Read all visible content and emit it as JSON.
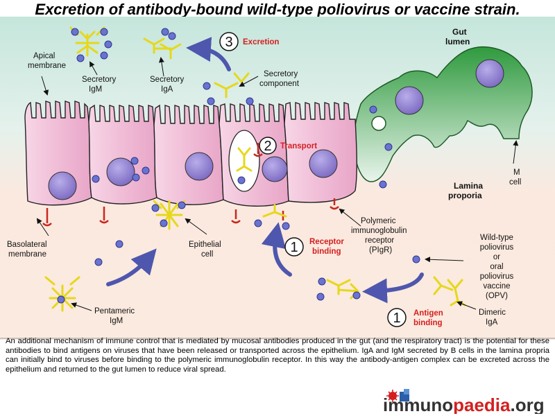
{
  "title": "Excretion of antibody-bound wild-type poliovirus or vaccine strain.",
  "steps": [
    {
      "number": "1",
      "label": "Antigen",
      "label2": "binding"
    },
    {
      "number": "1",
      "label": "Receptor",
      "label2": "binding"
    },
    {
      "number": "2",
      "label": "Transport"
    },
    {
      "number": "3",
      "label": "Excretion"
    }
  ],
  "labels": {
    "apical_membrane": [
      "Apical",
      "membrane"
    ],
    "secretory_igm": [
      "Secretory",
      "IgM"
    ],
    "secretory_iga": [
      "Secretory",
      "IgA"
    ],
    "secretory_component": [
      "Secretory",
      "component"
    ],
    "gut_lumen": [
      "Gut",
      "lumen"
    ],
    "m_cell": [
      "M",
      "cell"
    ],
    "lamina_propria": [
      "Lamina",
      "proporia"
    ],
    "basolateral_membrane": [
      "Basolateral",
      "membrane"
    ],
    "epithelial_cell": [
      "Epithelial",
      "cell"
    ],
    "pigr": [
      "Polymeric",
      "immunoglobulin",
      "receptor",
      "(PIgR)"
    ],
    "virus": [
      "Wild-type",
      "poliovirus",
      "or",
      "oral",
      "poliovirus",
      "vaccine",
      "(OPV)"
    ],
    "pentameric_igm": [
      "Pentameric",
      "IgM"
    ],
    "dimeric_iga": [
      "Dimeric",
      "IgA"
    ]
  },
  "caption": "An additional mechanism of immune control that is mediated by mucosal antibodies produced in the gut (and the respiratory tract) is the potential for these antibodies to bind antigens on viruses that have been released or transported across the epithelium. IgA and IgM secreted by B cells in the lamina propria can initially bind to viruses before binding to the polymeric immunoglobulin receptor. In this way the antibody-antigen complex can be excreted across the epithelium and returned to the gut lumen to reduce viral spread.",
  "logo": {
    "part1": "immuno",
    "part2": "paedia",
    "part3": ".org"
  },
  "colors": {
    "lumen": "#d7ece6",
    "propria": "#fbe8dd",
    "cell": "#f3c4dc",
    "mcell": "#3aa24a",
    "nucleus": "#8f7fcf",
    "antibody": "#e6d81a",
    "virus": "#5a66c8",
    "receptor": "#c8281e",
    "arrow": "#5b63b3",
    "label_red": "#d32020"
  }
}
